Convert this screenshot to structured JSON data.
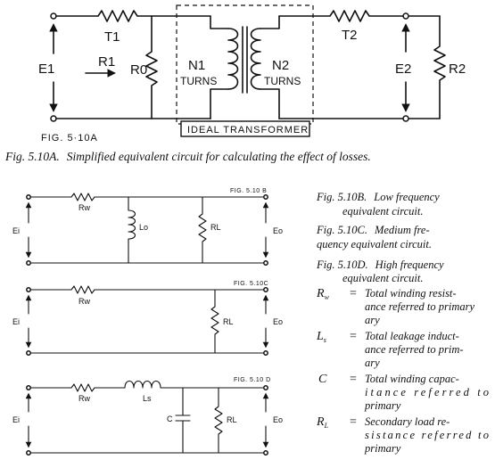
{
  "fig_a": {
    "tag": "FIG. 5·10A",
    "t1": "T1",
    "t2": "T2",
    "e1": "E1",
    "e2": "E2",
    "r0": "R0",
    "r1": "R1",
    "r2": "R2",
    "n1": "N1",
    "n2": "N2",
    "turns": "TURNS",
    "ideal": "IDEAL TRANSFORMER",
    "caption_prefix": "Fig. 5.10A.",
    "caption_text": "Simplified equivalent circuit for calculating the effect of losses."
  },
  "fig_b": {
    "tag": "FIG. 5.10 B",
    "rw": "Rw",
    "lo": "Lo",
    "rl": "RL",
    "ei": "Ei",
    "eo": "Eo"
  },
  "fig_c": {
    "tag": "FIG. 5.10C",
    "rw": "Rw",
    "rl": "RL",
    "ei": "Ei",
    "eo": "Eo"
  },
  "fig_d": {
    "tag": "FIG. 5.10 D",
    "rw": "Rw",
    "ls": "Ls",
    "c": "C",
    "rl": "RL",
    "ei": "Ei",
    "eo": "Eo"
  },
  "captions": {
    "b_prefix": "Fig. 5.10B.",
    "b_text_1": "Low frequency",
    "b_text_2": "equivalent circuit.",
    "c_prefix": "Fig. 5.10C.",
    "c_text_1": "Medium fre-",
    "c_text_2": "quency equivalent circuit.",
    "d_prefix": "Fig. 5.10D.",
    "d_text_1": "High frequency",
    "d_text_2": "equivalent circuit."
  },
  "legend": [
    {
      "symbol": "Rw",
      "eq": "=",
      "lines": [
        "Total winding resist-",
        "ance referred to primary",
        "ary"
      ]
    },
    {
      "symbol": "Ls",
      "eq": "=",
      "lines": [
        "Total leakage induct-",
        "ance referred to prim-",
        "ary"
      ]
    },
    {
      "symbol": "C",
      "eq": "=",
      "lines": [
        "Total winding capac-",
        "itance referred to",
        "primary"
      ]
    },
    {
      "symbol": "RL",
      "eq": "=",
      "lines": [
        "Secondary load re-",
        "sistance referred to",
        "primary"
      ]
    }
  ]
}
